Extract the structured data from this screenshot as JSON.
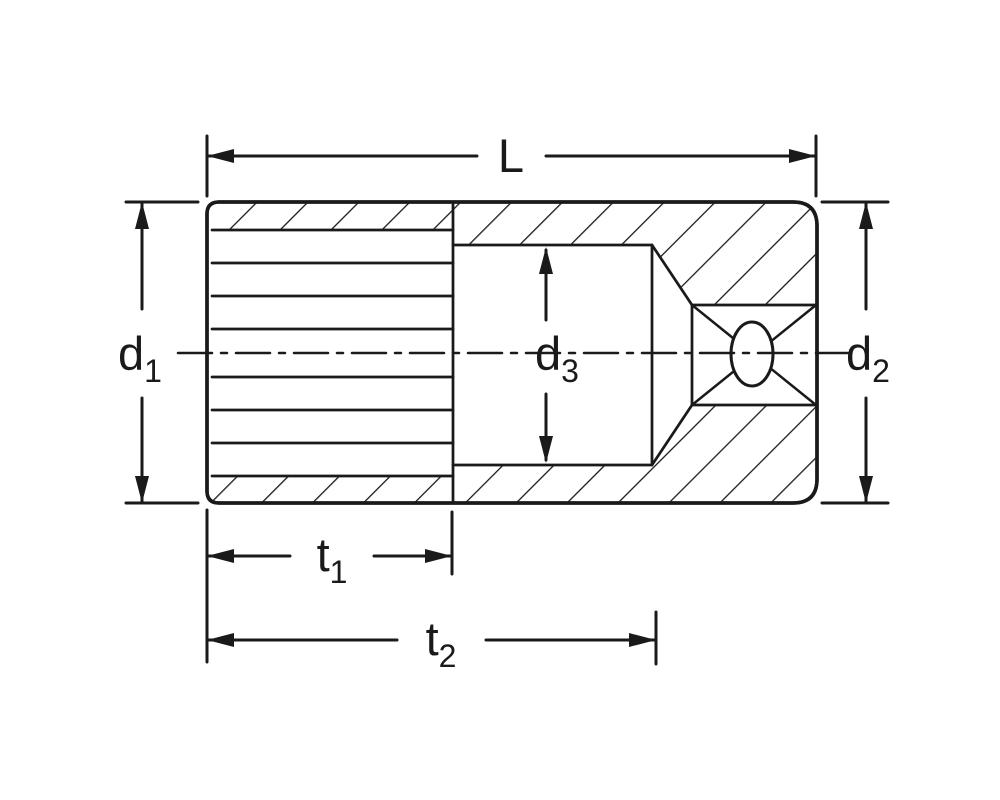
{
  "diagram": {
    "type": "technical-drawing",
    "subject": "deep socket side cross-section with dimension annotations",
    "colors": {
      "line": "#1a1a1a",
      "background": "#ffffff"
    },
    "dimensions": {
      "L": {
        "main": "L",
        "sub": ""
      },
      "d1": {
        "main": "d",
        "sub": "1"
      },
      "d2": {
        "main": "d",
        "sub": "2"
      },
      "d3": {
        "main": "d",
        "sub": "3"
      },
      "t1": {
        "main": "t",
        "sub": "1"
      },
      "t2": {
        "main": "t",
        "sub": "2"
      }
    }
  }
}
